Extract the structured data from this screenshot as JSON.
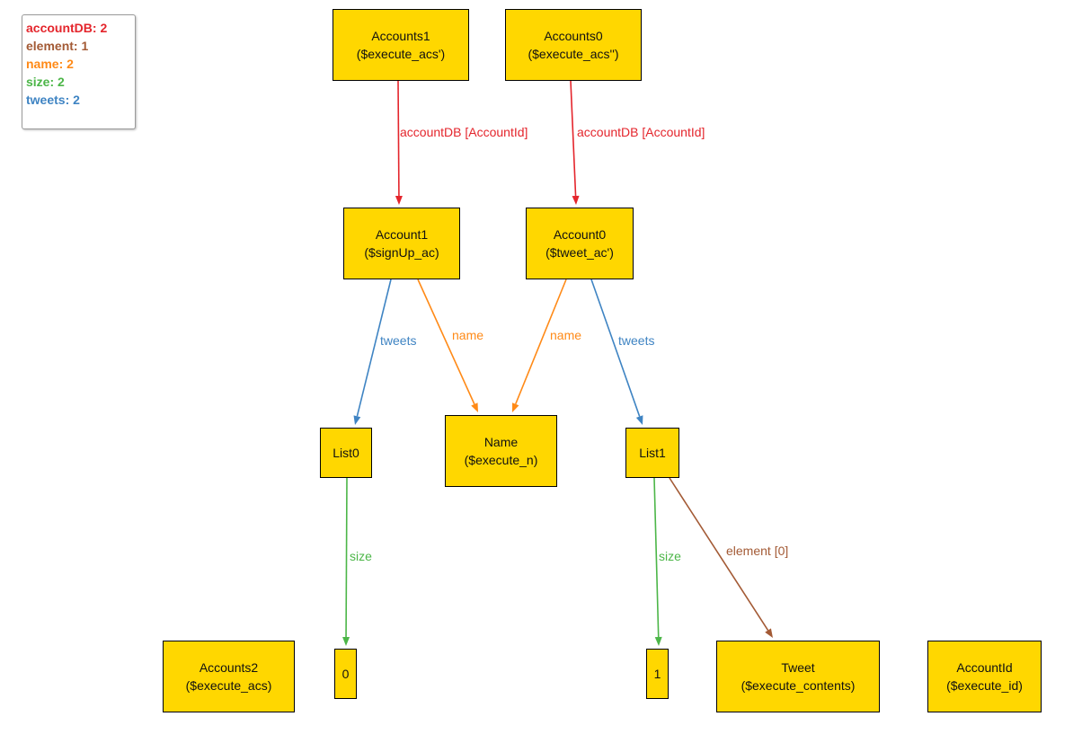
{
  "legend": {
    "items": [
      {
        "id": "accountDB",
        "text": "accountDB: 2",
        "color": "#e4252c"
      },
      {
        "id": "element",
        "text": "element: 1",
        "color": "#a35a35"
      },
      {
        "id": "name",
        "text": "name: 2",
        "color": "#ff8a17"
      },
      {
        "id": "size",
        "text": "size: 2",
        "color": "#4cb648"
      },
      {
        "id": "tweets",
        "text": "tweets: 2",
        "color": "#3f84c3"
      }
    ]
  },
  "node_fill": "#ffd700",
  "nodes": [
    {
      "id": "accounts1",
      "title": "Accounts1",
      "subtitle": "($execute_acs')"
    },
    {
      "id": "accounts0",
      "title": "Accounts0",
      "subtitle": "($execute_acs'')"
    },
    {
      "id": "account1",
      "title": "Account1",
      "subtitle": "($signUp_ac)"
    },
    {
      "id": "account0",
      "title": "Account0",
      "subtitle": "($tweet_ac')"
    },
    {
      "id": "list0",
      "title": "List0",
      "subtitle": ""
    },
    {
      "id": "name",
      "title": "Name",
      "subtitle": "($execute_n)"
    },
    {
      "id": "list1",
      "title": "List1",
      "subtitle": ""
    },
    {
      "id": "accounts2",
      "title": "Accounts2",
      "subtitle": "($execute_acs)"
    },
    {
      "id": "zero",
      "title": "0",
      "subtitle": ""
    },
    {
      "id": "one",
      "title": "1",
      "subtitle": ""
    },
    {
      "id": "tweet",
      "title": "Tweet",
      "subtitle": "($execute_contents)"
    },
    {
      "id": "accountid",
      "title": "AccountId",
      "subtitle": "($execute_id)"
    }
  ],
  "edges": [
    {
      "id": "e1",
      "from": "accounts1",
      "to": "account1",
      "label": "accountDB [AccountId]",
      "color": "#e4252c"
    },
    {
      "id": "e2",
      "from": "accounts0",
      "to": "account0",
      "label": "accountDB [AccountId]",
      "color": "#e4252c"
    },
    {
      "id": "e3",
      "from": "account1",
      "to": "list0",
      "label": "tweets",
      "color": "#3f84c3"
    },
    {
      "id": "e4",
      "from": "account1",
      "to": "name",
      "label": "name",
      "color": "#ff8a17"
    },
    {
      "id": "e5",
      "from": "account0",
      "to": "name",
      "label": "name",
      "color": "#ff8a17"
    },
    {
      "id": "e6",
      "from": "account0",
      "to": "list1",
      "label": "tweets",
      "color": "#3f84c3"
    },
    {
      "id": "e7",
      "from": "list0",
      "to": "zero",
      "label": "size",
      "color": "#4cb648"
    },
    {
      "id": "e8",
      "from": "list1",
      "to": "one",
      "label": "size",
      "color": "#4cb648"
    },
    {
      "id": "e9",
      "from": "list1",
      "to": "tweet",
      "label": "element [0]",
      "color": "#a35a35"
    }
  ]
}
